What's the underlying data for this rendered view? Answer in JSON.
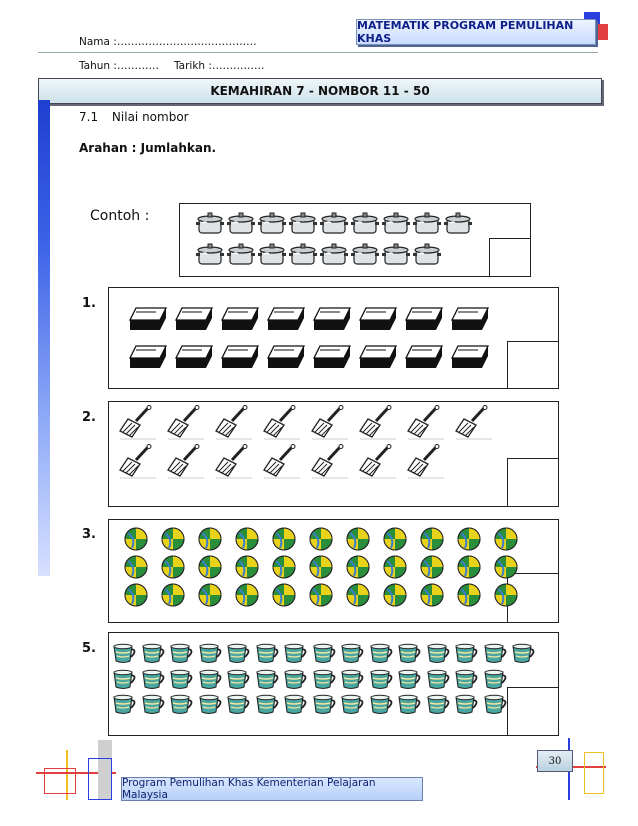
{
  "header": {
    "program_title": "MATEMATIK  PROGRAM PEMULIHAN  KHAS",
    "name_field": "Nama :…………………….……………",
    "year_field": "Tahun :…………",
    "date_field": "Tarikh :……………"
  },
  "skill_title": "KEMAHIRAN 7 - NOMBOR 11 - 50",
  "section": {
    "number": "7.1",
    "title": "Nilai nombor",
    "instruction": "Arahan  : Jumlahkan."
  },
  "example": {
    "label": "Contoh :",
    "icon": "cooking-pot-icon",
    "rows": [
      9,
      8
    ]
  },
  "questions": [
    {
      "label": "1.",
      "icon": "eraser-icon",
      "rows": [
        8,
        8
      ]
    },
    {
      "label": "2.",
      "icon": "broom-icon",
      "rows": [
        8,
        7
      ]
    },
    {
      "label": "3.",
      "icon": "ball-icon",
      "rows": [
        11,
        11,
        11
      ]
    },
    {
      "label": "5.",
      "icon": "cup-icon",
      "rows": [
        15,
        14,
        14
      ]
    }
  ],
  "footer": {
    "text": "Program  Pemulihan Khas Kementerian Pelajaran Malaysia",
    "page_number": "30"
  },
  "colors": {
    "accent_blue": "#1e3fd0",
    "ball_green": "#2a8f3a",
    "ball_yellow": "#e8d21a",
    "cup_teal": "#4aa6a0"
  }
}
